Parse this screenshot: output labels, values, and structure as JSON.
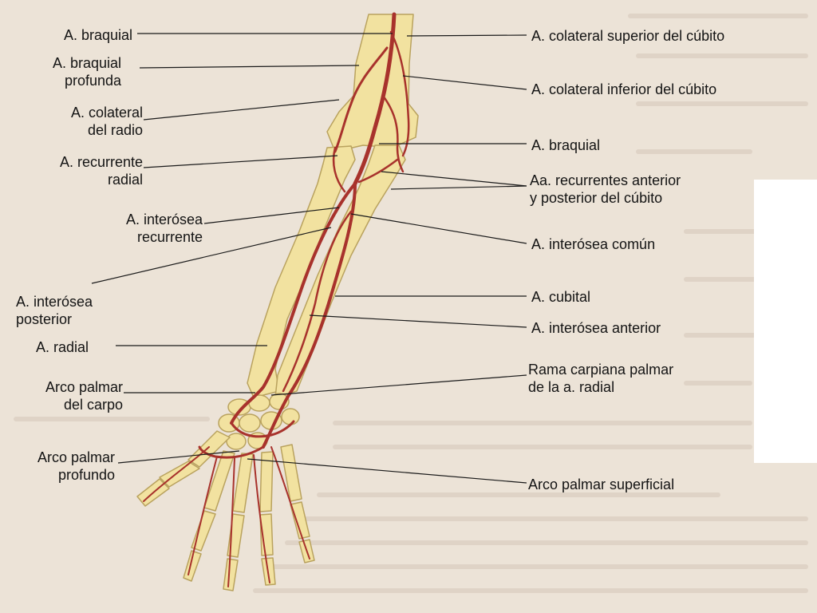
{
  "colors": {
    "background": "#ece3d7",
    "bone": "#f2e2a0",
    "bone_outline": "#b9a25e",
    "artery": "#a8322c",
    "leader_line": "#1a1a1a",
    "text": "#141414"
  },
  "labels": {
    "left": [
      {
        "id": "braquial",
        "lines": [
          "A. braquial"
        ]
      },
      {
        "id": "braquial-profunda",
        "lines": [
          "A. braquial",
          "profunda"
        ]
      },
      {
        "id": "colateral-radio",
        "lines": [
          "A. colateral",
          "del radio"
        ]
      },
      {
        "id": "recurrente-radial",
        "lines": [
          "A. recurrente",
          "radial"
        ]
      },
      {
        "id": "interosea-recurrente",
        "lines": [
          "A. interósea",
          "recurrente"
        ]
      },
      {
        "id": "interosea-posterior",
        "lines": [
          "A. interósea",
          "posterior"
        ]
      },
      {
        "id": "radial",
        "lines": [
          "A. radial"
        ]
      },
      {
        "id": "arco-palmar-carpo",
        "lines": [
          "Arco palmar",
          "del carpo"
        ]
      },
      {
        "id": "arco-palmar-profundo",
        "lines": [
          "Arco palmar",
          "profundo"
        ]
      }
    ],
    "right": [
      {
        "id": "colateral-superior-cubito",
        "lines": [
          "A. colateral superior del cúbito"
        ]
      },
      {
        "id": "colateral-inferior-cubito",
        "lines": [
          "A. colateral inferior del cúbito"
        ]
      },
      {
        "id": "braquial-r",
        "lines": [
          "A. braquial"
        ]
      },
      {
        "id": "recurrentes-cubito",
        "lines": [
          "Aa. recurrentes anterior",
          "y posterior del cúbito"
        ]
      },
      {
        "id": "interosea-comun",
        "lines": [
          "A. interósea común"
        ]
      },
      {
        "id": "cubital",
        "lines": [
          "A. cubital"
        ]
      },
      {
        "id": "interosea-anterior",
        "lines": [
          "A. interósea anterior"
        ]
      },
      {
        "id": "rama-carpiana",
        "lines": [
          "Rama carpiana palmar",
          "de la a. radial"
        ]
      },
      {
        "id": "arco-palmar-superficial",
        "lines": [
          "Arco palmar superficial"
        ]
      }
    ]
  }
}
